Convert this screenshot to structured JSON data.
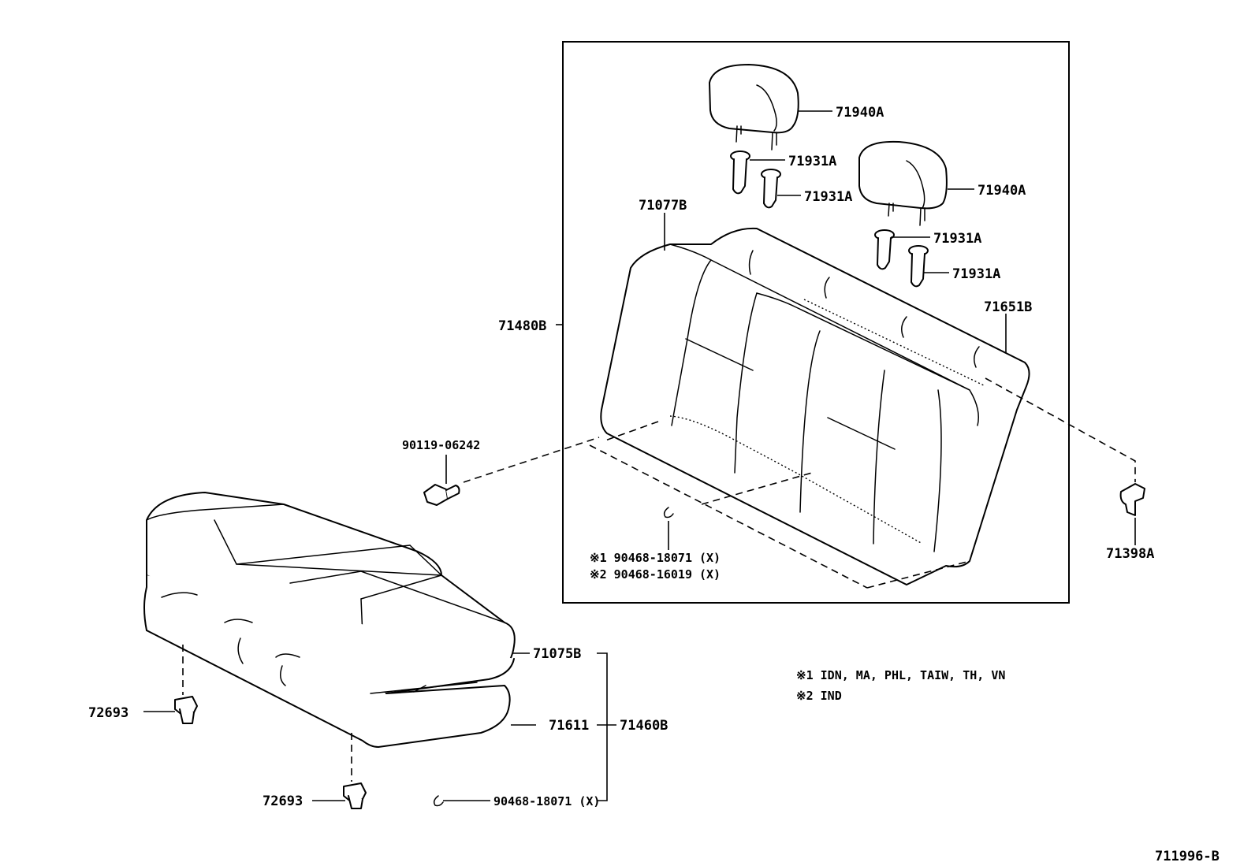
{
  "labels": {
    "headrest_upper": "71940A",
    "headrest_lower": "71940A",
    "support_1": "71931A",
    "support_2": "71931A",
    "support_3": "71931A",
    "support_4": "71931A",
    "back_frame": "71077B",
    "back_cover": "71651B",
    "back_assy": "71480B",
    "bolt": "90119-06242",
    "bracket": "71398A",
    "clip_note_1": "※1 90468-18071 (X)",
    "clip_note_2": "※2 90468-16019 (X)",
    "cushion_cover": "71075B",
    "cushion_pad": "71611",
    "cushion_assy": "71460B",
    "clip_bottom_left": "72693",
    "clip_bottom_mid": "72693",
    "clip_cushion": "90468-18071 (X)",
    "footnote_1": "※1  IDN, MA, PHL, TAIW, TH, VN",
    "footnote_2": "※2  IND",
    "diagram_id": "711996-B"
  }
}
